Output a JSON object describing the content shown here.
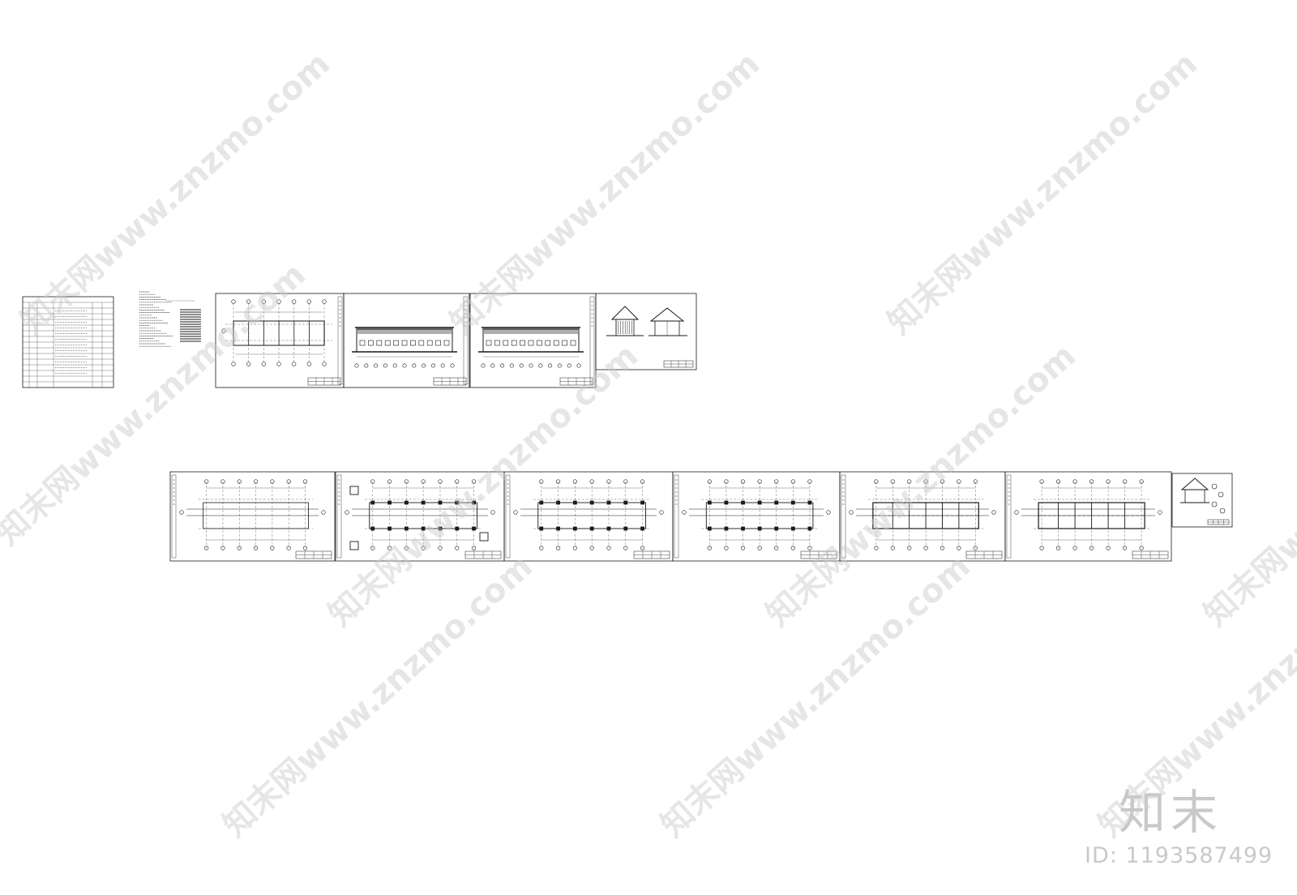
{
  "brand": {
    "logo_text": "知末",
    "id_label": "ID: 1193587499"
  },
  "watermark": {
    "text": "知末网www.znzmo.com"
  },
  "colors": {
    "ink": "#1a1a1a",
    "watermark": "#c9c9c9",
    "background": "#ffffff"
  },
  "sheets_row1": [
    {
      "kind": "index-table"
    },
    {
      "kind": "notes"
    },
    {
      "kind": "plan"
    },
    {
      "kind": "elevation"
    },
    {
      "kind": "elevation"
    },
    {
      "kind": "sections"
    }
  ],
  "sheets_row2": [
    {
      "kind": "struct-plan"
    },
    {
      "kind": "struct-plan"
    },
    {
      "kind": "struct-plan"
    },
    {
      "kind": "struct-plan"
    },
    {
      "kind": "struct-plan"
    },
    {
      "kind": "struct-plan"
    },
    {
      "kind": "detail"
    }
  ]
}
